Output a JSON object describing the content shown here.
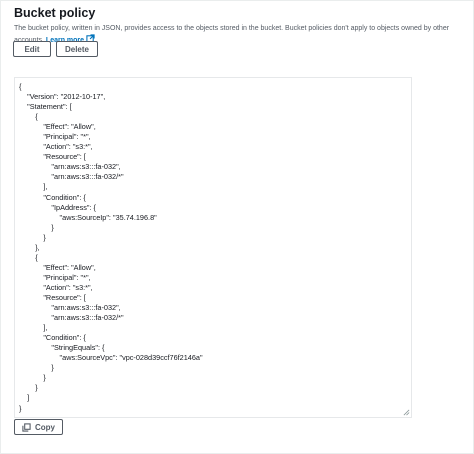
{
  "section": {
    "title": "Bucket policy",
    "description": "The bucket policy, written in JSON, provides access to the objects stored in the bucket. Bucket policies don't apply to objects owned by other accounts.",
    "learn_more": "Learn more",
    "link_icon": "external-link-icon"
  },
  "buttons": {
    "edit": "Edit",
    "delete": "Delete",
    "copy": "Copy",
    "copy_icon": "copy-icon"
  },
  "policy": {
    "json_text": "{\n    \"Version\": \"2012-10-17\",\n    \"Statement\": [\n        {\n            \"Effect\": \"Allow\",\n            \"Principal\": \"*\",\n            \"Action\": \"s3:*\",\n            \"Resource\": [\n                \"arn:aws:s3:::fa-032\",\n                \"arn:aws:s3:::fa-032/*\"\n            ],\n            \"Condition\": {\n                \"IpAddress\": {\n                    \"aws:SourceIp\": \"35.74.196.8\"\n                }\n            }\n        },\n        {\n            \"Effect\": \"Allow\",\n            \"Principal\": \"*\",\n            \"Action\": \"s3:*\",\n            \"Resource\": [\n                \"arn:aws:s3:::fa-032\",\n                \"arn:aws:s3:::fa-032/*\"\n            ],\n            \"Condition\": {\n                \"StringEquals\": {\n                    \"aws:SourceVpc\": \"vpc-028d39ccf76f2146a\"\n                }\n            }\n        }\n    ]\n}"
  },
  "colors": {
    "link": "#0073bb",
    "button_border": "#545b64",
    "text": "#16191f"
  }
}
